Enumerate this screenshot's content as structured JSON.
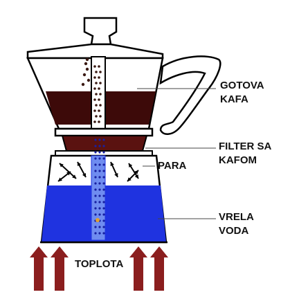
{
  "colors": {
    "coffee": "#3d0a09",
    "coffee_grounds": "#5a1210",
    "water": "#1f33e0",
    "steam_gap": "#ffffff",
    "arrow": "#8b1e1e",
    "outline": "#000000",
    "outline_fill": "#ffffff",
    "dots": "#2a2ab0"
  },
  "labels": {
    "brewed_coffee": [
      "GOTOVA",
      "KAFA"
    ],
    "filter": [
      "FILTER SA",
      "KAFOM"
    ],
    "steam": "PARA",
    "boiling_water": [
      "VRELA",
      "VODA"
    ],
    "heat": "TOPLOTA"
  }
}
